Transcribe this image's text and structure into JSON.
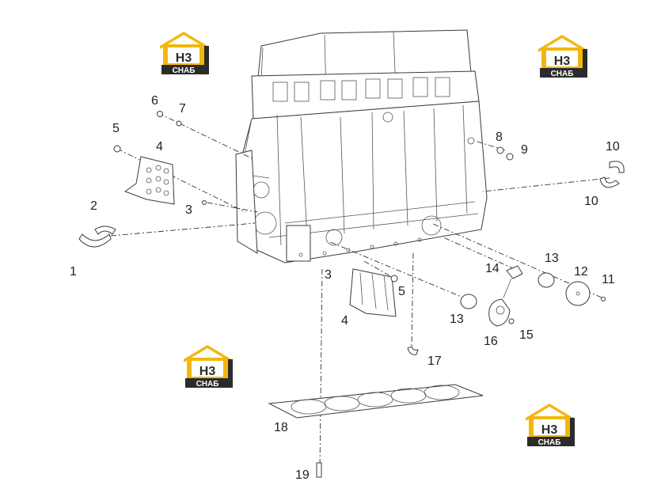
{
  "colors": {
    "logo_yellow": "#f2b70f",
    "logo_dark": "#2b2b2b",
    "line": "#3a3a3a"
  },
  "logo": {
    "mark": "H3",
    "wordmark": "CHAБ",
    "icon": "house-logo-icon"
  },
  "labels": [
    {
      "id": "l1",
      "text": "1"
    },
    {
      "id": "l2",
      "text": "2"
    },
    {
      "id": "l3a",
      "text": "3"
    },
    {
      "id": "l3b",
      "text": "3"
    },
    {
      "id": "l4a",
      "text": "4"
    },
    {
      "id": "l4b",
      "text": "4"
    },
    {
      "id": "l5a",
      "text": "5"
    },
    {
      "id": "l5b",
      "text": "5"
    },
    {
      "id": "l6",
      "text": "6"
    },
    {
      "id": "l7",
      "text": "7"
    },
    {
      "id": "l8",
      "text": "8"
    },
    {
      "id": "l9",
      "text": "9"
    },
    {
      "id": "l10a",
      "text": "10"
    },
    {
      "id": "l10b",
      "text": "10"
    },
    {
      "id": "l11",
      "text": "11"
    },
    {
      "id": "l12",
      "text": "12"
    },
    {
      "id": "l13a",
      "text": "13"
    },
    {
      "id": "l13b",
      "text": "13"
    },
    {
      "id": "l14",
      "text": "14"
    },
    {
      "id": "l15",
      "text": "15"
    },
    {
      "id": "l16",
      "text": "16"
    },
    {
      "id": "l17",
      "text": "17"
    },
    {
      "id": "l18",
      "text": "18"
    },
    {
      "id": "l19",
      "text": "19"
    }
  ]
}
